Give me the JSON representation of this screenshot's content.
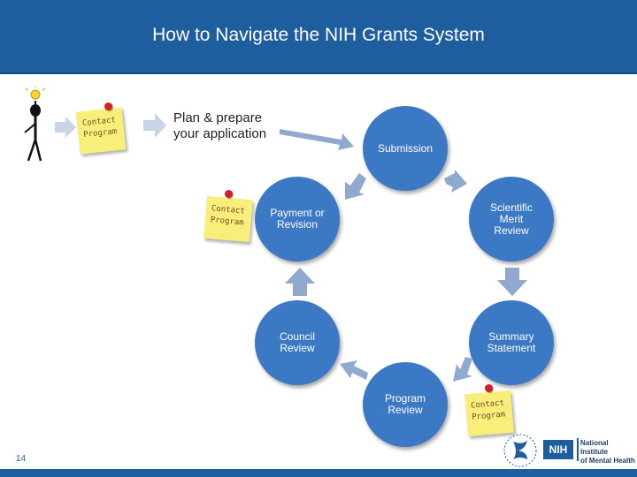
{
  "header": {
    "title": "How to Navigate the NIH Grants System"
  },
  "intro": {
    "plan_text": "Plan & prepare\nyour application"
  },
  "stickies": [
    {
      "text": "Contact\nProgram"
    },
    {
      "text": "Contact\nProgram"
    },
    {
      "text": "Contact\nProgram"
    }
  ],
  "cycle": [
    {
      "label": "Submission"
    },
    {
      "label": "Scientific\nMerit\nReview"
    },
    {
      "label": "Summary\nStatement"
    },
    {
      "label": "Program\nReview"
    },
    {
      "label": "Council\nReview"
    },
    {
      "label": "Payment or\nRevision"
    }
  ],
  "footer": {
    "page_number": "14",
    "nih_badge": "NIH",
    "institute": "National Institute\nof Mental Health"
  },
  "colors": {
    "header": "#1f5e9e",
    "circle": "#3c79c4",
    "arrow": "#8fa9cf",
    "sticky": "#f7ef7a"
  },
  "icons": [
    "stick-figure-icon",
    "lightbulb-icon",
    "push-pin-icon",
    "hhs-eagle-icon"
  ]
}
